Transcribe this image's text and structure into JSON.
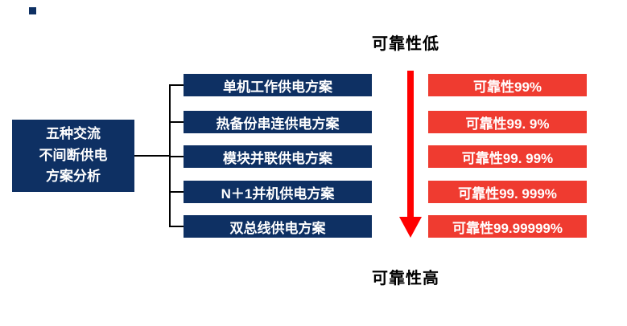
{
  "colors": {
    "navy": "#0E3063",
    "red_box": "#EF3B30",
    "arrow": "#FF0000",
    "line": "#000000"
  },
  "root_box": {
    "lines": [
      "五种交流",
      "不间断供电",
      "方案分析"
    ]
  },
  "schemes": [
    {
      "label": "单机工作供电方案",
      "reliability": "可靠性99%"
    },
    {
      "label": "热备份串连供电方案",
      "reliability": "可靠性99. 9%"
    },
    {
      "label": "模块并联供电方案",
      "reliability": "可靠性99. 99%"
    },
    {
      "label": "N＋1并机供电方案",
      "reliability": "可靠性99. 999%"
    },
    {
      "label": "双总线供电方案",
      "reliability": "可靠性99.99999%"
    }
  ],
  "labels": {
    "top": "可靠性低",
    "bottom": "可靠性高"
  }
}
